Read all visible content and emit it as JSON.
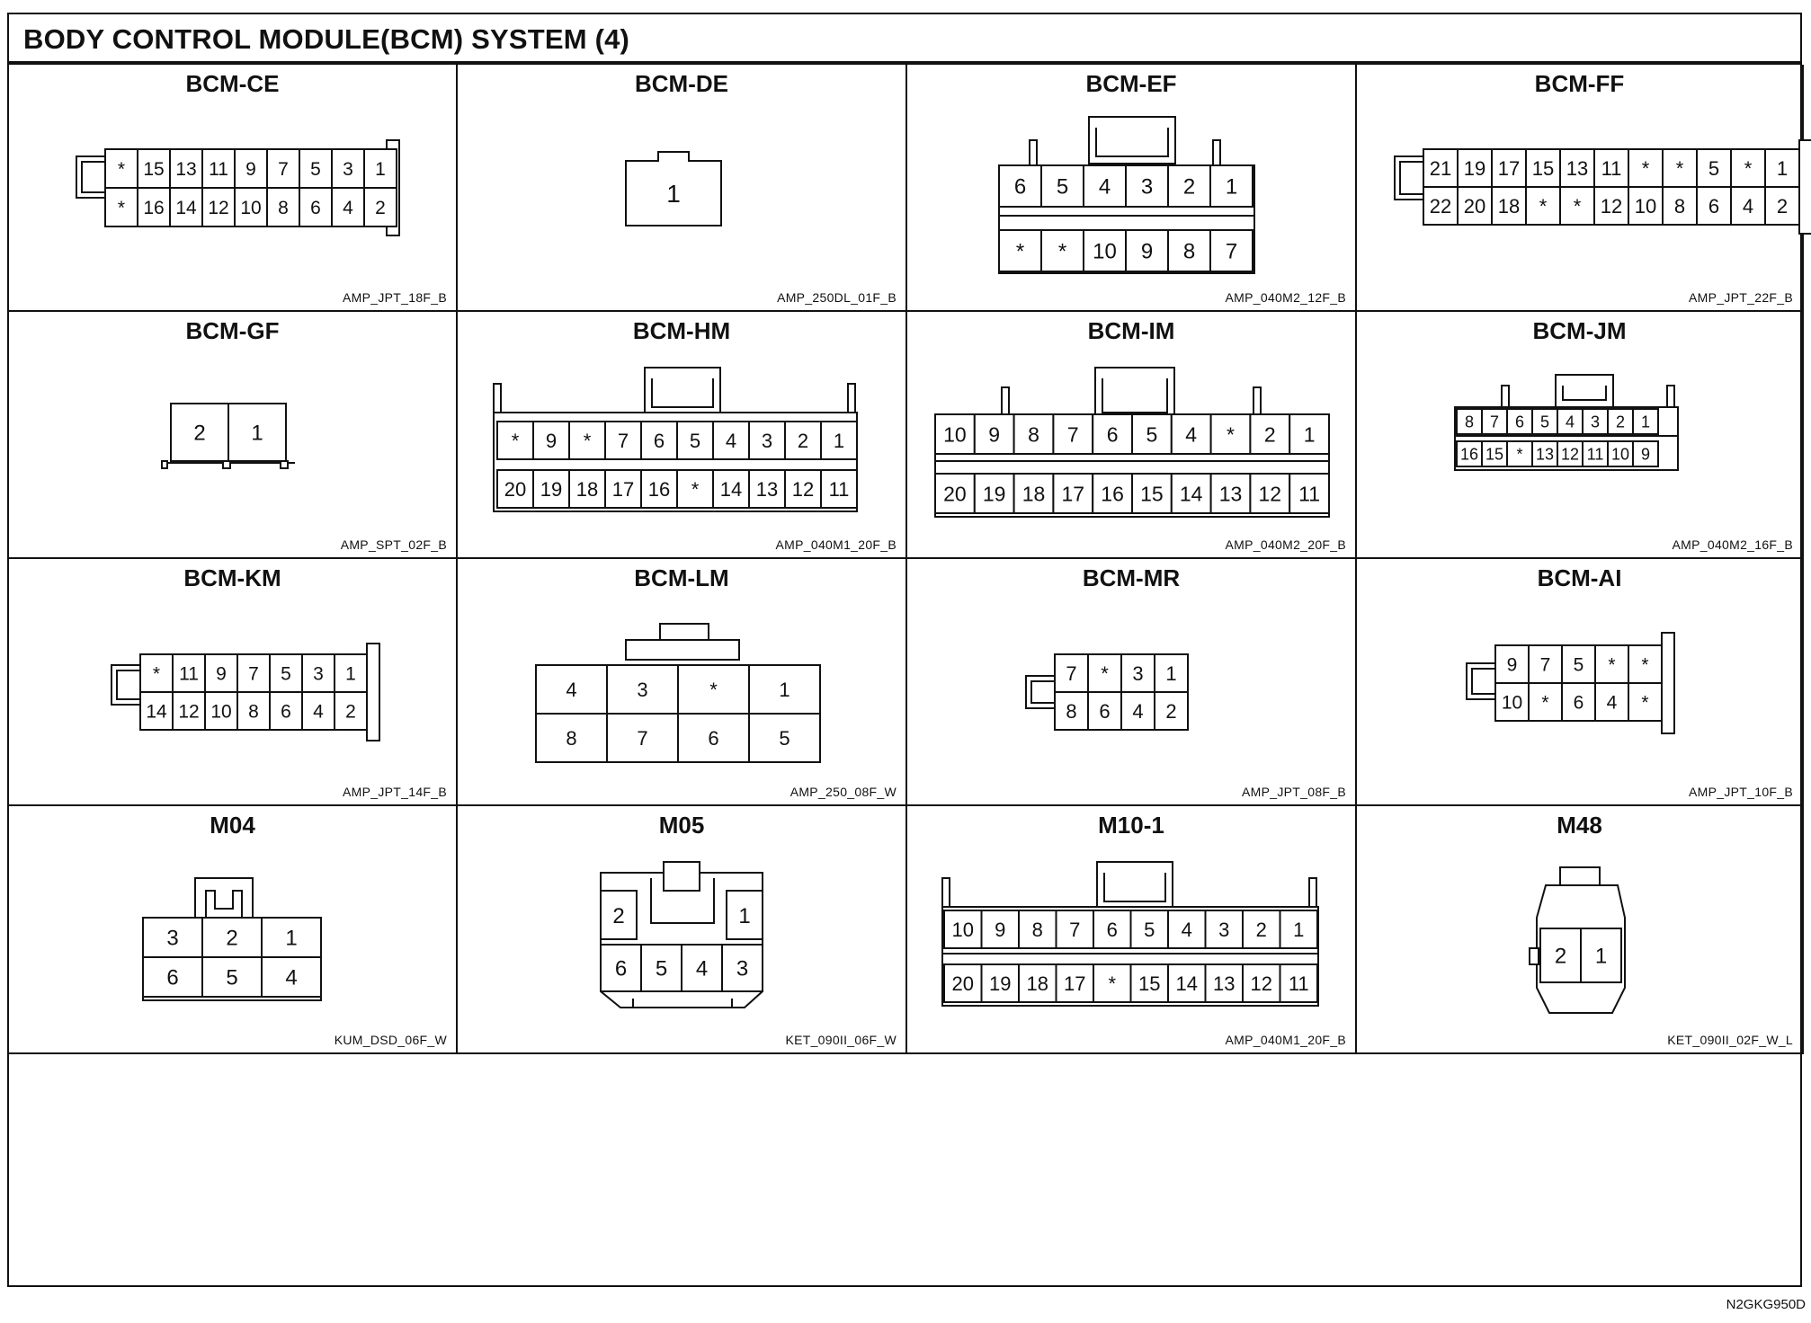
{
  "title": "BODY CONTROL MODULE(BCM) SYSTEM (4)",
  "reference_code": "N2GKG950D",
  "connectors": [
    {
      "name": "BCM-CE",
      "code": "AMP_JPT_18F_B",
      "rows": [
        [
          "*",
          "15",
          "13",
          "11",
          "9",
          "7",
          "5",
          "3",
          "1"
        ],
        [
          "*",
          "16",
          "14",
          "12",
          "10",
          "8",
          "6",
          "4",
          "2"
        ]
      ]
    },
    {
      "name": "BCM-DE",
      "code": "AMP_250DL_01F_B",
      "rows": [
        [
          "1"
        ]
      ]
    },
    {
      "name": "BCM-EF",
      "code": "AMP_040M2_12F_B",
      "rows": [
        [
          "6",
          "5",
          "4",
          "3",
          "2",
          "1"
        ],
        [
          "*",
          "*",
          "10",
          "9",
          "8",
          "7"
        ]
      ]
    },
    {
      "name": "BCM-FF",
      "code": "AMP_JPT_22F_B",
      "rows": [
        [
          "21",
          "19",
          "17",
          "15",
          "13",
          "11",
          "*",
          "*",
          "5",
          "*",
          "1"
        ],
        [
          "22",
          "20",
          "18",
          "*",
          "*",
          "12",
          "10",
          "8",
          "6",
          "4",
          "2"
        ]
      ]
    },
    {
      "name": "BCM-GF",
      "code": "AMP_SPT_02F_B",
      "rows": [
        [
          "2",
          "1"
        ]
      ]
    },
    {
      "name": "BCM-HM",
      "code": "AMP_040M1_20F_B",
      "rows": [
        [
          "*",
          "9",
          "*",
          "7",
          "6",
          "5",
          "4",
          "3",
          "2",
          "1"
        ],
        [
          "20",
          "19",
          "18",
          "17",
          "16",
          "*",
          "14",
          "13",
          "12",
          "11"
        ]
      ]
    },
    {
      "name": "BCM-IM",
      "code": "AMP_040M2_20F_B",
      "rows": [
        [
          "10",
          "9",
          "8",
          "7",
          "6",
          "5",
          "4",
          "*",
          "2",
          "1"
        ],
        [
          "20",
          "19",
          "18",
          "17",
          "16",
          "15",
          "14",
          "13",
          "12",
          "11"
        ]
      ]
    },
    {
      "name": "BCM-JM",
      "code": "AMP_040M2_16F_B",
      "rows": [
        [
          "8",
          "7",
          "6",
          "5",
          "4",
          "3",
          "2",
          "1"
        ],
        [
          "16",
          "15",
          "*",
          "13",
          "12",
          "11",
          "10",
          "9"
        ]
      ]
    },
    {
      "name": "BCM-KM",
      "code": "AMP_JPT_14F_B",
      "rows": [
        [
          "*",
          "11",
          "9",
          "7",
          "5",
          "3",
          "1"
        ],
        [
          "14",
          "12",
          "10",
          "8",
          "6",
          "4",
          "2"
        ]
      ]
    },
    {
      "name": "BCM-LM",
      "code": "AMP_250_08F_W",
      "rows": [
        [
          "4",
          "3",
          "*",
          "1"
        ],
        [
          "8",
          "7",
          "6",
          "5"
        ]
      ]
    },
    {
      "name": "BCM-MR",
      "code": "AMP_JPT_08F_B",
      "rows": [
        [
          "7",
          "*",
          "3",
          "1"
        ],
        [
          "8",
          "6",
          "4",
          "2"
        ]
      ]
    },
    {
      "name": "BCM-AI",
      "code": "AMP_JPT_10F_B",
      "rows": [
        [
          "9",
          "7",
          "5",
          "*",
          "*"
        ],
        [
          "10",
          "*",
          "6",
          "4",
          "*"
        ]
      ]
    },
    {
      "name": "M04",
      "code": "KUM_DSD_06F_W",
      "rows": [
        [
          "3",
          "2",
          "1"
        ],
        [
          "6",
          "5",
          "4"
        ]
      ]
    },
    {
      "name": "M05",
      "code": "KET_090II_06F_W",
      "rows": [
        [
          "2",
          "1"
        ],
        [
          "6",
          "5",
          "4",
          "3"
        ]
      ]
    },
    {
      "name": "M10-1",
      "code": "AMP_040M1_20F_B",
      "rows": [
        [
          "10",
          "9",
          "8",
          "7",
          "6",
          "5",
          "4",
          "3",
          "2",
          "1"
        ],
        [
          "20",
          "19",
          "18",
          "17",
          "*",
          "15",
          "14",
          "13",
          "12",
          "11"
        ]
      ]
    },
    {
      "name": "M48",
      "code": "KET_090II_02F_W_L",
      "rows": [
        [
          "2",
          "1"
        ]
      ]
    }
  ]
}
